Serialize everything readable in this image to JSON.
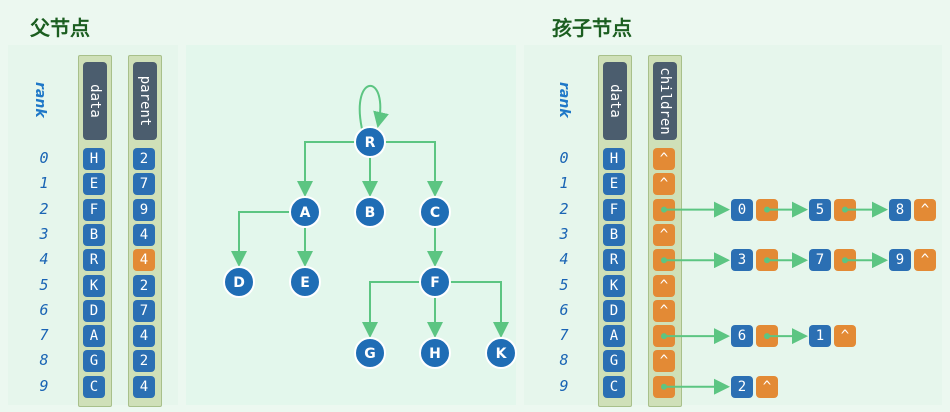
{
  "titles": {
    "parent_section": "父节点",
    "child_section": "孩子节点"
  },
  "rank_label": "rank",
  "ranks": [
    "0",
    "1",
    "2",
    "3",
    "4",
    "5",
    "6",
    "7",
    "8",
    "9"
  ],
  "parent_table": {
    "data_header": "data",
    "parent_header": "parent",
    "data": [
      "H",
      "E",
      "F",
      "B",
      "R",
      "K",
      "D",
      "A",
      "G",
      "C"
    ],
    "parent": [
      "2",
      "7",
      "9",
      "4",
      "4",
      "2",
      "7",
      "4",
      "2",
      "4"
    ],
    "highlight_rank": 4
  },
  "tree": {
    "nodes": [
      "R",
      "A",
      "B",
      "C",
      "D",
      "E",
      "F",
      "G",
      "H",
      "K"
    ],
    "edges": [
      [
        "R",
        "A"
      ],
      [
        "R",
        "B"
      ],
      [
        "R",
        "C"
      ],
      [
        "A",
        "D"
      ],
      [
        "A",
        "E"
      ],
      [
        "C",
        "F"
      ],
      [
        "F",
        "G"
      ],
      [
        "F",
        "H"
      ],
      [
        "F",
        "K"
      ]
    ],
    "root_self_loop": "R"
  },
  "child_table": {
    "data_header": "data",
    "children_header": "children",
    "data": [
      "H",
      "E",
      "F",
      "B",
      "R",
      "K",
      "D",
      "A",
      "G",
      "C"
    ],
    "null_symbol": "^",
    "children": [
      [],
      [],
      [
        "0",
        "5",
        "8"
      ],
      [],
      [
        "3",
        "7",
        "9"
      ],
      [],
      [],
      [
        "6",
        "1"
      ],
      [],
      [
        "2"
      ]
    ]
  },
  "colors": {
    "blue": "#2b6fb3",
    "orange": "#e38a35",
    "edge": "#5cc582",
    "header": "#4b5d6e"
  }
}
